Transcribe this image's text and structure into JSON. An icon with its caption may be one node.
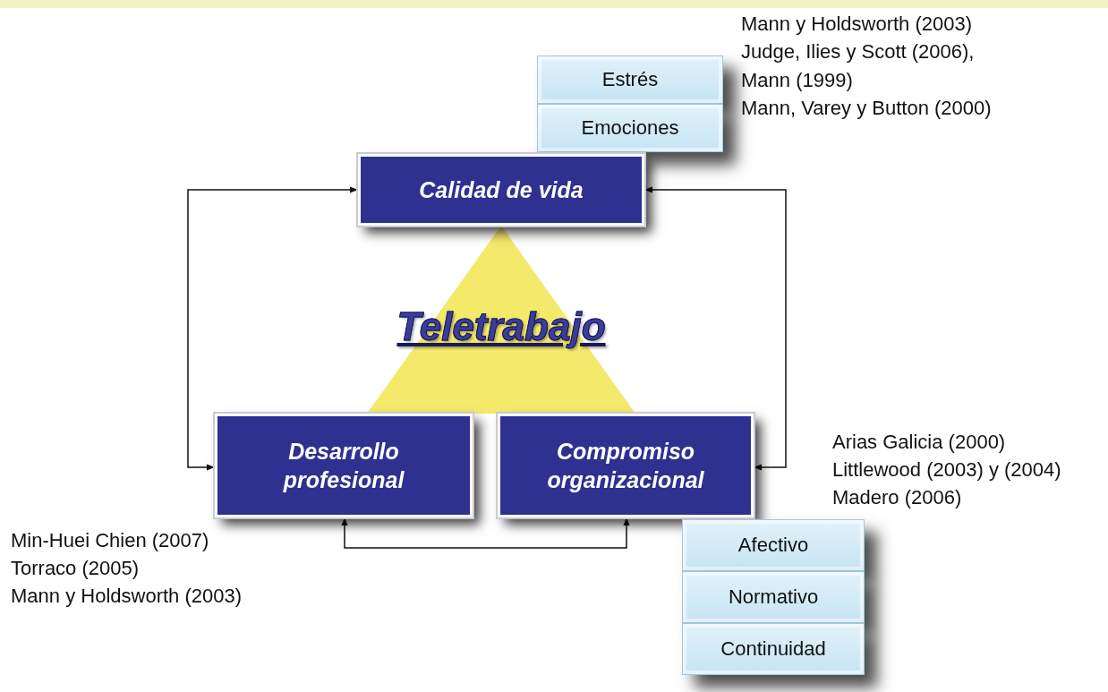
{
  "diagram": {
    "nodes": [
      {
        "text": [
          "Estrés"
        ]
      },
      {
        "text": [
          "Emociones"
        ]
      },
      {
        "text": [
          "Calidad de vida"
        ]
      },
      {
        "text": [
          "Teletrabajo"
        ]
      },
      {
        "text": [
          "Desarrollo profesional"
        ]
      },
      {
        "text": [
          "Compromiso organizacional"
        ]
      },
      {
        "text": [
          "Afectivo"
        ]
      },
      {
        "text": [
          "Normativo"
        ]
      },
      {
        "text": [
          "Continuidad"
        ]
      }
    ],
    "edges": [
      {
        "from": 2,
        "to": 4,
        "arrow": "both"
      },
      {
        "from": 2,
        "to": 5,
        "arrow": "both"
      },
      {
        "from": 4,
        "to": 5,
        "arrow": "both"
      }
    ],
    "labels": [
      "Mann y Holdsworth (2003)",
      "Judge, Ilies y Scott (2006),",
      "Mann (1999)",
      "Mann, Varey y Button (2000)",
      "Arias Galicia (2000)",
      "Littlewood (2003) y (2004)",
      "Madero (2006)",
      "Min-Huei Chien (2007)",
      "Torraco (2005)",
      "Mann y Holdsworth (2003)"
    ]
  }
}
